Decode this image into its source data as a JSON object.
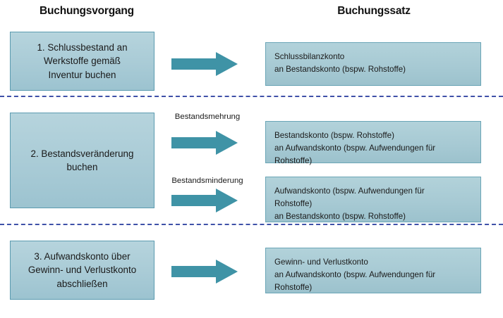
{
  "headers": {
    "left": "Buchungsvorgang",
    "right": "Buchungssatz"
  },
  "colors": {
    "box_fill_top": "#b6d4dd",
    "box_fill_bottom": "#9cc3d0",
    "box_border": "#5b9bb0",
    "arrow_fill": "#3f93a6",
    "divider": "#3f51a8",
    "text": "#1a1a1a",
    "background": "#ffffff"
  },
  "steps": [
    {
      "number": "1.",
      "process": "1. Schlussbestand an\nWerkstoffe gemäß\nInventur buchen",
      "arrows": [
        {
          "icon": "right-arrow-icon",
          "label": ""
        }
      ],
      "entries": [
        "Schlussbilanzkonto\n          an Bestandskonto (bspw. Rohstoffe)"
      ]
    },
    {
      "number": "2.",
      "process": "2. Bestandsveränderung\nbuchen",
      "arrows": [
        {
          "icon": "right-arrow-icon",
          "label": "Bestandsmehrung"
        },
        {
          "icon": "right-arrow-icon",
          "label": "Bestandsminderung"
        }
      ],
      "entries": [
        "Bestandskonto (bspw. Rohstoffe)\n    an Aufwandskonto (bspw. Aufwendungen für\nRohstoffe)",
        "Aufwandskonto (bspw. Aufwendungen für\nRohstoffe)\n           an Bestandskonto (bspw. Rohstoffe)"
      ]
    },
    {
      "number": "3.",
      "process": "3. Aufwandskonto über\nGewinn- und Verlustkonto\nabschließen",
      "arrows": [
        {
          "icon": "right-arrow-icon",
          "label": ""
        }
      ],
      "entries": [
        "Gewinn- und Verlustkonto\n    an Aufwandskonto (bspw. Aufwendungen für\nRohstoffe)"
      ]
    }
  ]
}
